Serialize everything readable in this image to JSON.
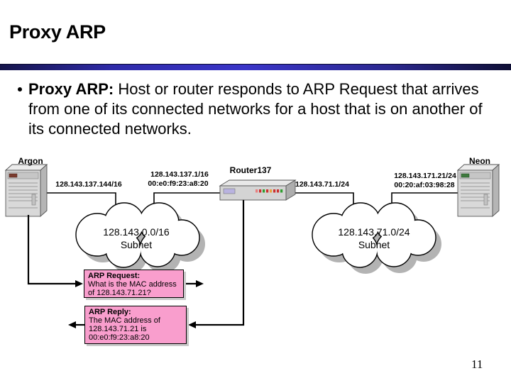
{
  "slide": {
    "title": "Proxy ARP",
    "bullet_lead": "Proxy ARP:",
    "bullet_rest": "Host or router responds to ARP Request that arrives from one of its connected networks for a host that is on another of its connected networks.",
    "page_number": "11"
  },
  "diagram": {
    "argon": {
      "name": "Argon",
      "ip": "128.143.137.144/16"
    },
    "router": {
      "name": "Router137",
      "left_ip": "128.143.137.1/16",
      "left_mac": "00:e0:f9:23:a8:20",
      "right_ip": "128.143.71.1/24"
    },
    "neon": {
      "name": "Neon",
      "ip": "128.143.171.21/24",
      "mac": "00:20:af:03:98:28"
    },
    "cloud_left": {
      "network": "128.143.0.0/16",
      "label": "Subnet"
    },
    "cloud_right": {
      "network": "128.143.71.0/24",
      "label": "Subnet"
    },
    "arp_request": {
      "title": "ARP Request:",
      "line1": "What is the MAC address",
      "line2": "of 128.143.71.21?"
    },
    "arp_reply": {
      "title": "ARP Reply:",
      "line1": "The MAC address of",
      "line2": "128.143.71.21 is",
      "line3": "00:e0:f9:23:a8:20"
    }
  },
  "colors": {
    "accent_bar_center": "#3a35c8",
    "accent_bar_edge": "#15154a",
    "arp_box_pink": "#f99ecd"
  }
}
